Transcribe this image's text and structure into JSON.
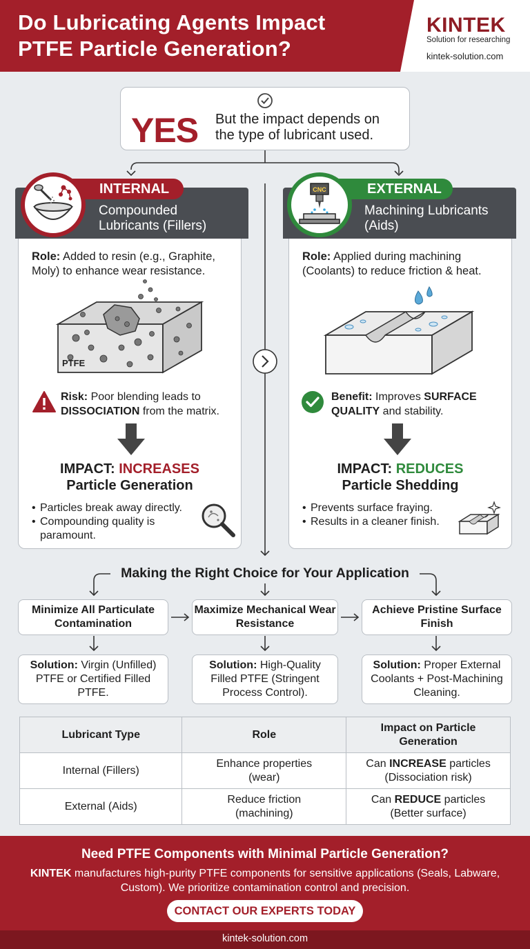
{
  "header": {
    "title_line1": "Do Lubricating Agents Impact",
    "title_line2": "PTFE Particle Generation?",
    "logo": "KINTEK",
    "tagline": "Solution for researching",
    "url": "kintek-solution.com"
  },
  "answer": {
    "word": "YES",
    "text": "But the impact depends on the type of lubricant used."
  },
  "internal": {
    "tag": "INTERNAL",
    "subtitle": "Compounded Lubricants (Fillers)",
    "role_label": "Role:",
    "role_text": "Added to resin (e.g., Graphite, Moly) to enhance wear resistance.",
    "figure_label": "PTFE",
    "risk_label": "Risk:",
    "risk_text": "Poor blending leads to",
    "risk_emphasis": "DISSOCIATION",
    "risk_tail": "from the matrix.",
    "impact_prefix": "IMPACT:",
    "impact_word": "INCREASES",
    "impact_line2": "Particle Generation",
    "bullets": [
      "Particles break away directly.",
      "Compounding quality is paramount."
    ]
  },
  "external": {
    "tag": "EXTERNAL",
    "subtitle": "Machining Lubricants (Aids)",
    "role_label": "Role:",
    "role_text": "Applied during machining (Coolants) to reduce friction & heat.",
    "icon_label": "CNC",
    "benefit_label": "Benefit:",
    "benefit_text": "Improves",
    "benefit_emphasis": "SURFACE QUALITY",
    "benefit_tail": "and stability.",
    "impact_prefix": "IMPACT:",
    "impact_word": "REDUCES",
    "impact_line2": "Particle Shedding",
    "bullets": [
      "Prevents surface fraying.",
      "Results in a cleaner finish."
    ]
  },
  "choice": {
    "title": "Making the Right Choice for Your Application",
    "goals": [
      "Minimize All Particulate Contamination",
      "Maximize Mechanical Wear Resistance",
      "Achieve Pristine Surface Finish"
    ],
    "solution_label": "Solution:",
    "solutions": [
      "Virgin (Unfilled) PTFE or Certified Filled PTFE.",
      "High-Quality Filled PTFE (Stringent Process Control).",
      "Proper External Coolants + Post-Machining Cleaning."
    ]
  },
  "table": {
    "headers": [
      "Lubricant Type",
      "Role",
      "Impact on Particle Generation"
    ],
    "rows": [
      [
        "Internal (Fillers)",
        "Enhance properties (wear)",
        "Can",
        "INCREASE",
        "particles (Dissociation risk)"
      ],
      [
        "External (Aids)",
        "Reduce friction (machining)",
        "Can",
        "REDUCE",
        "particles (Better surface)"
      ]
    ]
  },
  "footer": {
    "title": "Need PTFE Components with Minimal Particle Generation?",
    "brand": "KINTEK",
    "text": "manufactures high-purity PTFE components for sensitive applications (Seals, Labware, Custom). We prioritize contamination control and precision.",
    "cta": "CONTACT OUR EXPERTS TODAY",
    "url": "kintek-solution.com"
  },
  "colors": {
    "brand_red": "#a31f2a",
    "green": "#2f8a3c",
    "dark_gray": "#4a4d52"
  }
}
